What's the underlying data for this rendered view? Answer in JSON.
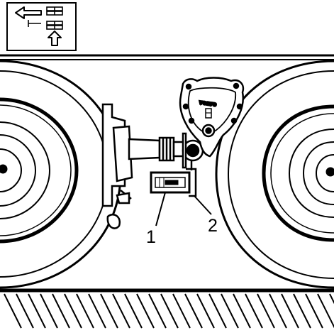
{
  "diagram": {
    "callouts": [
      {
        "id": "1",
        "label": "1"
      },
      {
        "id": "2",
        "label": "2"
      }
    ],
    "differential_badge": "VOLVO",
    "inset_icons": [
      "arrow-left-icon",
      "arrow-up-icon",
      "axle-layout-icon"
    ],
    "colors": {
      "ink": "#000000",
      "paper": "#ffffff"
    }
  }
}
